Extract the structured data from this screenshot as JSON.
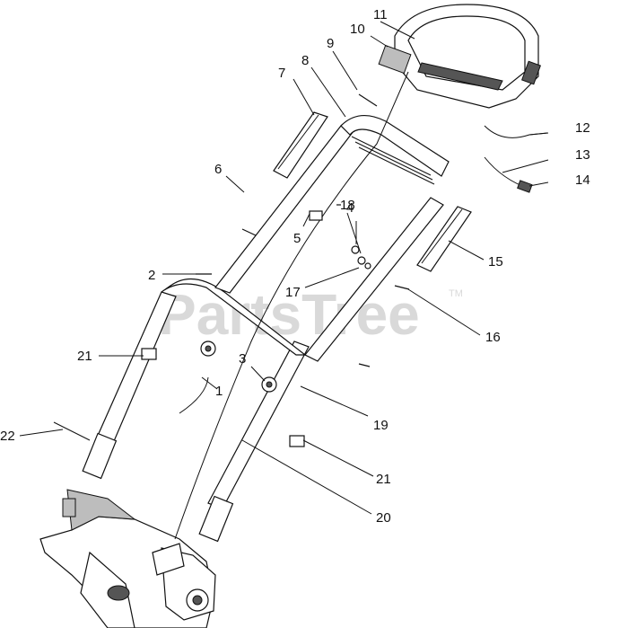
{
  "watermark": {
    "text": "PartsTree",
    "trademark": "TM"
  },
  "callouts": {
    "c1": "1",
    "c2": "2",
    "c3": "3",
    "c4": "4",
    "c5": "5",
    "c6": "6",
    "c7": "7",
    "c8": "8",
    "c9": "9",
    "c10": "10",
    "c11": "11",
    "c12": "12",
    "c13": "13",
    "c14": "14",
    "c15": "15",
    "c16": "16",
    "c17": "17",
    "c18": "18",
    "c19": "19",
    "c20": "20",
    "c21a": "21",
    "c21b": "21",
    "c22": "22"
  }
}
